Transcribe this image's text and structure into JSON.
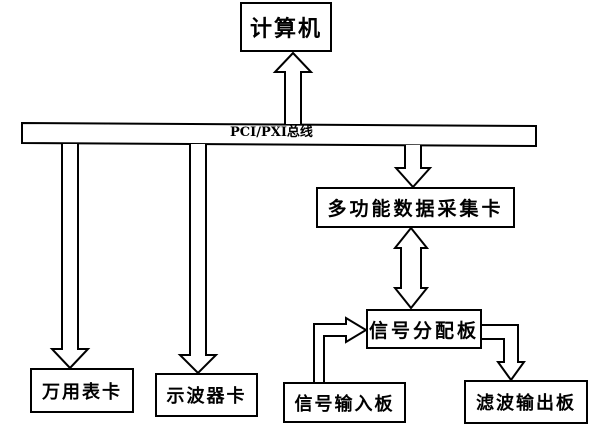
{
  "nodes": {
    "computer": "计算机",
    "bus": "PCI/PXI总线",
    "daq_card": "多功能数据采集卡",
    "signal_distribution_board": "信号分配板",
    "multimeter_card": "万用表卡",
    "oscilloscope_card": "示波器卡",
    "signal_input_board": "信号输入板",
    "filter_output_board": "滤波输出板"
  },
  "colors": {
    "line": "#000000",
    "fill": "#ffffff",
    "background": "#ffffff"
  }
}
